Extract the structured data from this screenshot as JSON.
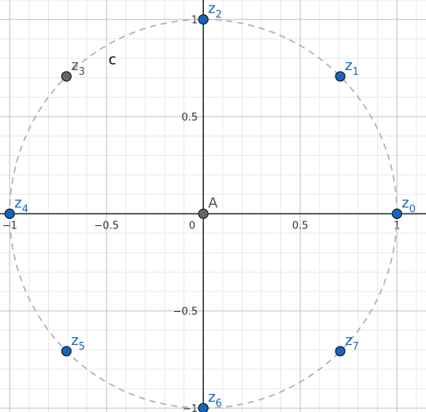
{
  "plot": {
    "xlim": [
      -1.05,
      1.15
    ],
    "ylim": [
      -1.02,
      1.1
    ],
    "grid": true,
    "minor_grid": true,
    "axis_color": "#222222",
    "grid_major_color": "#c0c0c0",
    "grid_minor_color": "#e8e8e8"
  },
  "x_ticks": [
    {
      "value": -1,
      "label": "−1"
    },
    {
      "value": -0.5,
      "label": "−0.5"
    },
    {
      "value": 0,
      "label": "0"
    },
    {
      "value": 0.5,
      "label": "0.5"
    },
    {
      "value": 1,
      "label": "1"
    }
  ],
  "y_ticks": [
    {
      "value": 1,
      "label": "1"
    },
    {
      "value": 0.5,
      "label": "0.5"
    },
    {
      "value": -0.5,
      "label": "−0.5"
    },
    {
      "value": -1,
      "label": "−1"
    }
  ],
  "circle": {
    "label": "c",
    "center": [
      0,
      0
    ],
    "radius": 1,
    "color": "#b3b3b3",
    "label_color": "#000000",
    "label_pos": [
      -0.49,
      0.77
    ]
  },
  "points": [
    {
      "id": "A",
      "base": "A",
      "sub": "",
      "x": 0,
      "y": 0,
      "fill": "#666666",
      "text_color": "#555555",
      "label_anchor": "ne"
    },
    {
      "id": "z0",
      "base": "z",
      "sub": "0",
      "x": 1,
      "y": 0,
      "fill": "#1565c0",
      "text_color": "#1565c0",
      "label_anchor": "ne"
    },
    {
      "id": "z1",
      "base": "z",
      "sub": "1",
      "x": 0.7071,
      "y": 0.7071,
      "fill": "#1565c0",
      "text_color": "#1565c0",
      "label_anchor": "ne"
    },
    {
      "id": "z2",
      "base": "z",
      "sub": "2",
      "x": 0,
      "y": 1,
      "fill": "#1565c0",
      "text_color": "#1565c0",
      "label_anchor": "ne"
    },
    {
      "id": "z3",
      "base": "z",
      "sub": "3",
      "x": -0.7071,
      "y": 0.7071,
      "fill": "#666666",
      "text_color": "#555555",
      "label_anchor": "ne"
    },
    {
      "id": "z4",
      "base": "z",
      "sub": "4",
      "x": -1,
      "y": 0,
      "fill": "#1565c0",
      "text_color": "#1565c0",
      "label_anchor": "ne"
    },
    {
      "id": "z5",
      "base": "z",
      "sub": "5",
      "x": -0.7071,
      "y": -0.7071,
      "fill": "#1565c0",
      "text_color": "#1565c0",
      "label_anchor": "ne"
    },
    {
      "id": "z6",
      "base": "z",
      "sub": "6",
      "x": 0,
      "y": -1,
      "fill": "#1565c0",
      "text_color": "#1565c0",
      "label_anchor": "ne"
    },
    {
      "id": "z7",
      "base": "z",
      "sub": "7",
      "x": 0.7071,
      "y": -0.7071,
      "fill": "#1565c0",
      "text_color": "#1565c0",
      "label_anchor": "ne"
    }
  ]
}
